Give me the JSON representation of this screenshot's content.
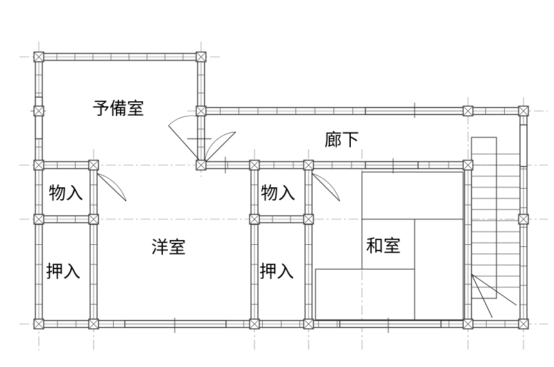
{
  "rooms": {
    "spare_room": "予備室",
    "hallway": "廊下",
    "western_room": "洋室",
    "closet_left_small": "物入",
    "closet_left_large": "押入",
    "closet_center_small": "物入",
    "closet_center_large": "押入",
    "japanese_room": "和室"
  }
}
